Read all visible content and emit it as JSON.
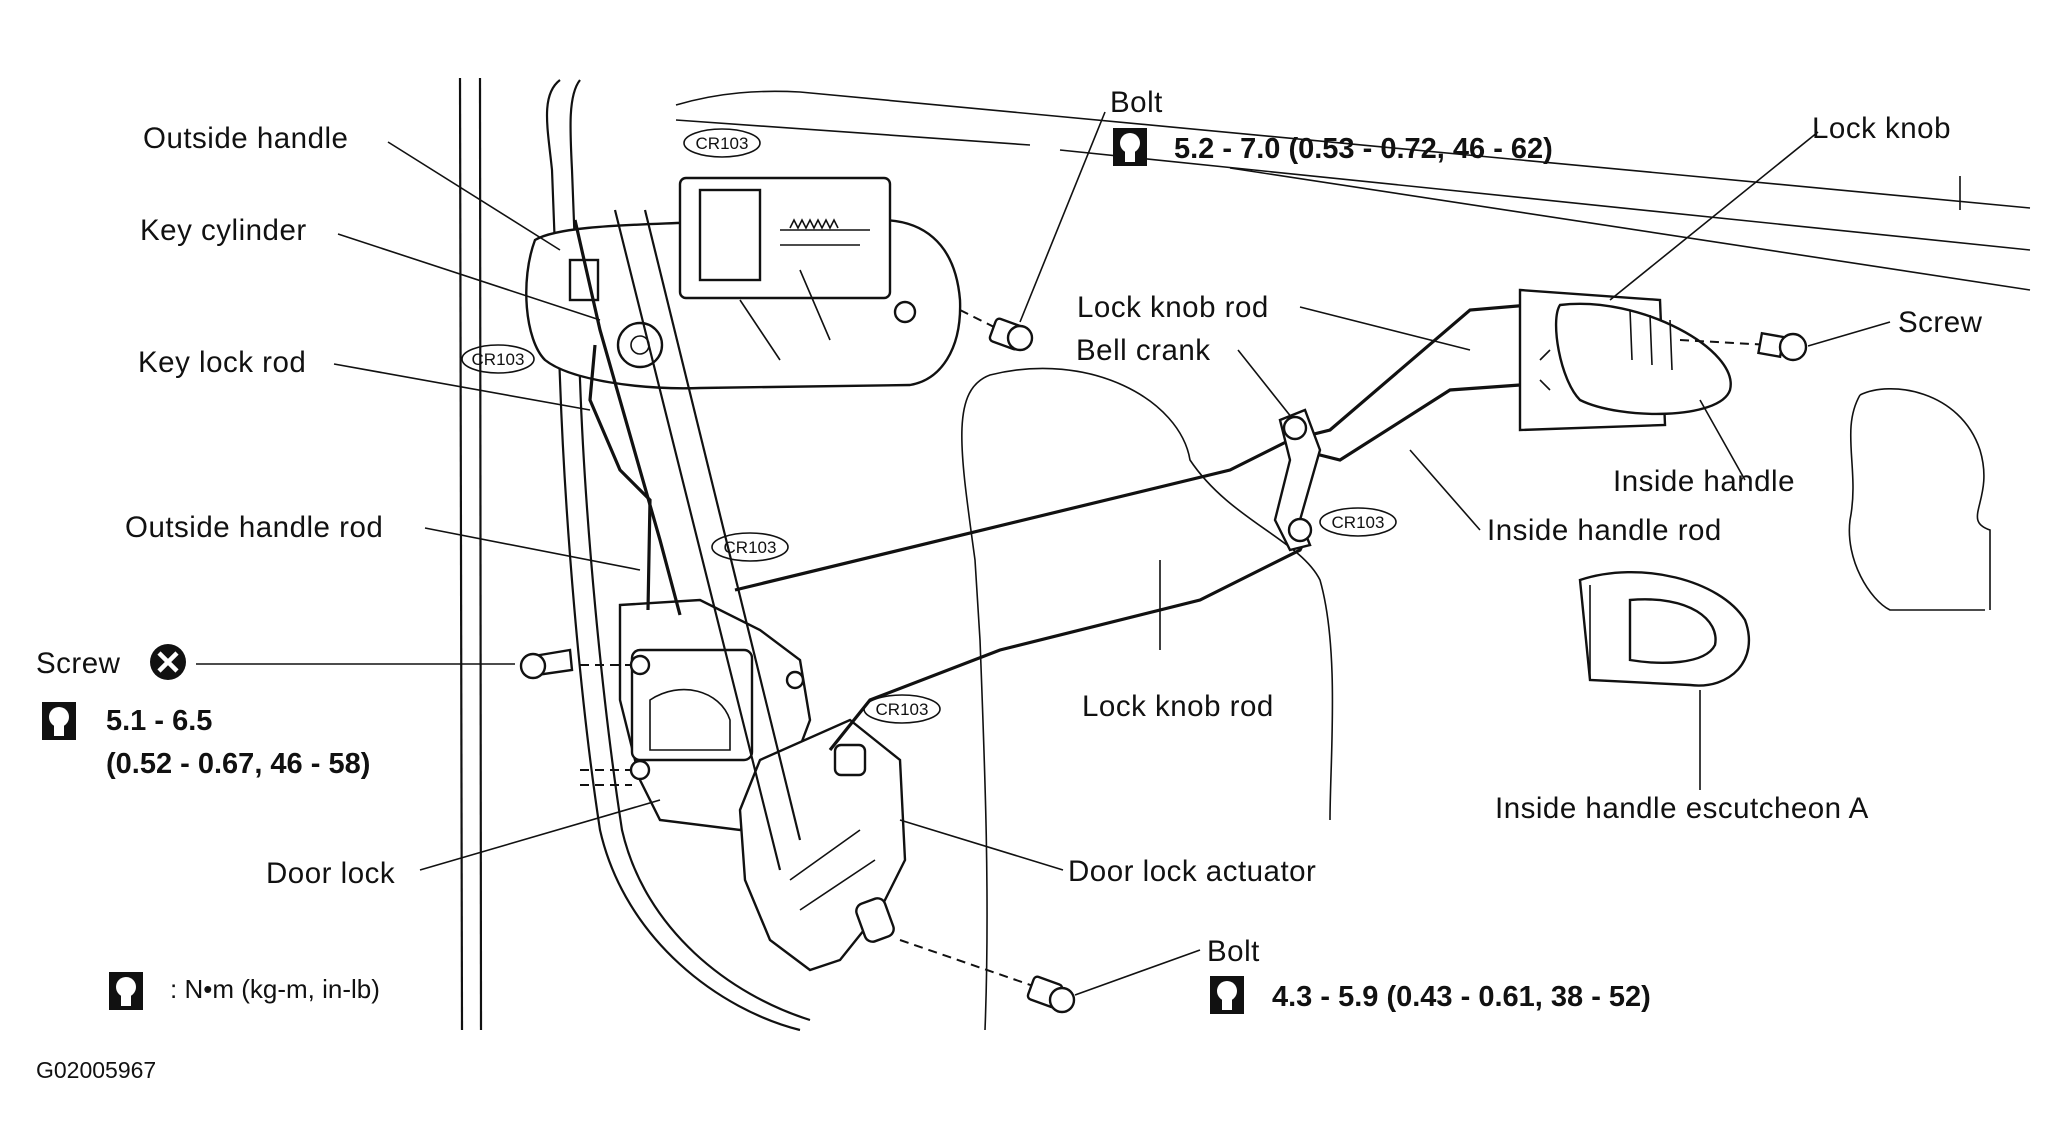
{
  "labels": {
    "outside_handle": "Outside handle",
    "key_cylinder": "Key cylinder",
    "key_lock_rod": "Key lock rod",
    "outside_handle_rod": "Outside handle rod",
    "screw_left": "Screw",
    "door_lock": "Door lock",
    "bolt_top": "Bolt",
    "lock_knob": "Lock knob",
    "lock_knob_rod_upper": "Lock knob rod",
    "bell_crank": "Bell crank",
    "screw_right": "Screw",
    "inside_handle": "Inside handle",
    "inside_handle_rod": "Inside handle rod",
    "lock_knob_rod_lower": "Lock knob rod",
    "inside_handle_escutcheon": "Inside handle escutcheon A",
    "door_lock_actuator": "Door lock actuator",
    "bolt_bottom": "Bolt"
  },
  "torque_specs": {
    "bolt_top": "5.2 - 7.0 (0.53 - 0.72, 46 - 62)",
    "screw_line1": "5.1 - 6.5",
    "screw_line2": "(0.52 - 0.67, 46 - 58)",
    "bolt_bottom": "4.3 - 5.9 (0.43 - 0.61, 38 - 52)"
  },
  "part_tags": [
    "CR103",
    "CR103",
    "CR103",
    "CR103",
    "CR103"
  ],
  "legend": {
    "units": ": N•m (kg-m, in-lb)"
  },
  "figure_code": "G02005967",
  "icons": {
    "torque": "torque-wrench-icon",
    "no_reuse": "do-not-reuse-x-icon"
  }
}
